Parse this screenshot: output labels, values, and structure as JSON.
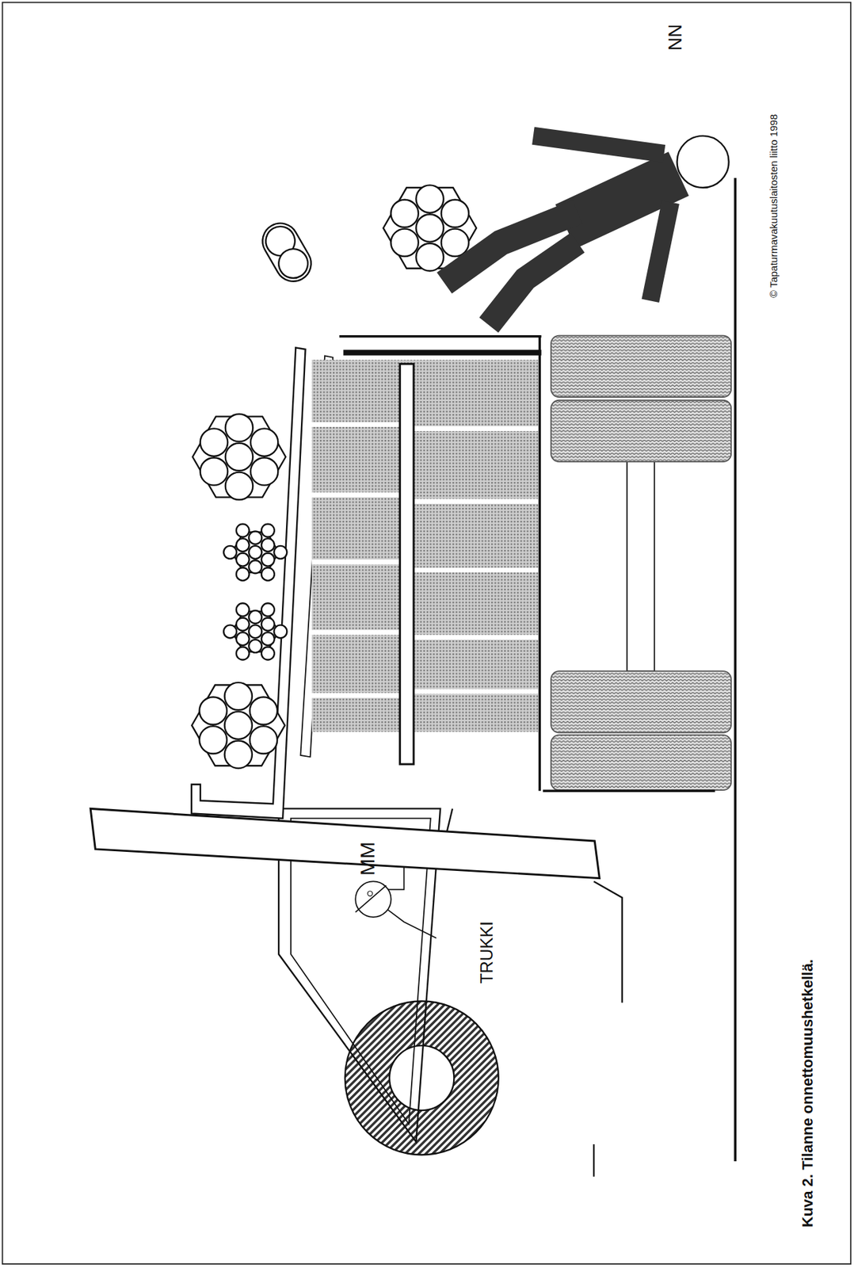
{
  "diagram": {
    "caption": "Kuva 2. Tilanne onnettomuushetkellä.",
    "labels": [
      "MM",
      "TRUKKI",
      "NN",
      "© Tapaturmavakuutuslaitosten liitto 1998"
    ]
  }
}
